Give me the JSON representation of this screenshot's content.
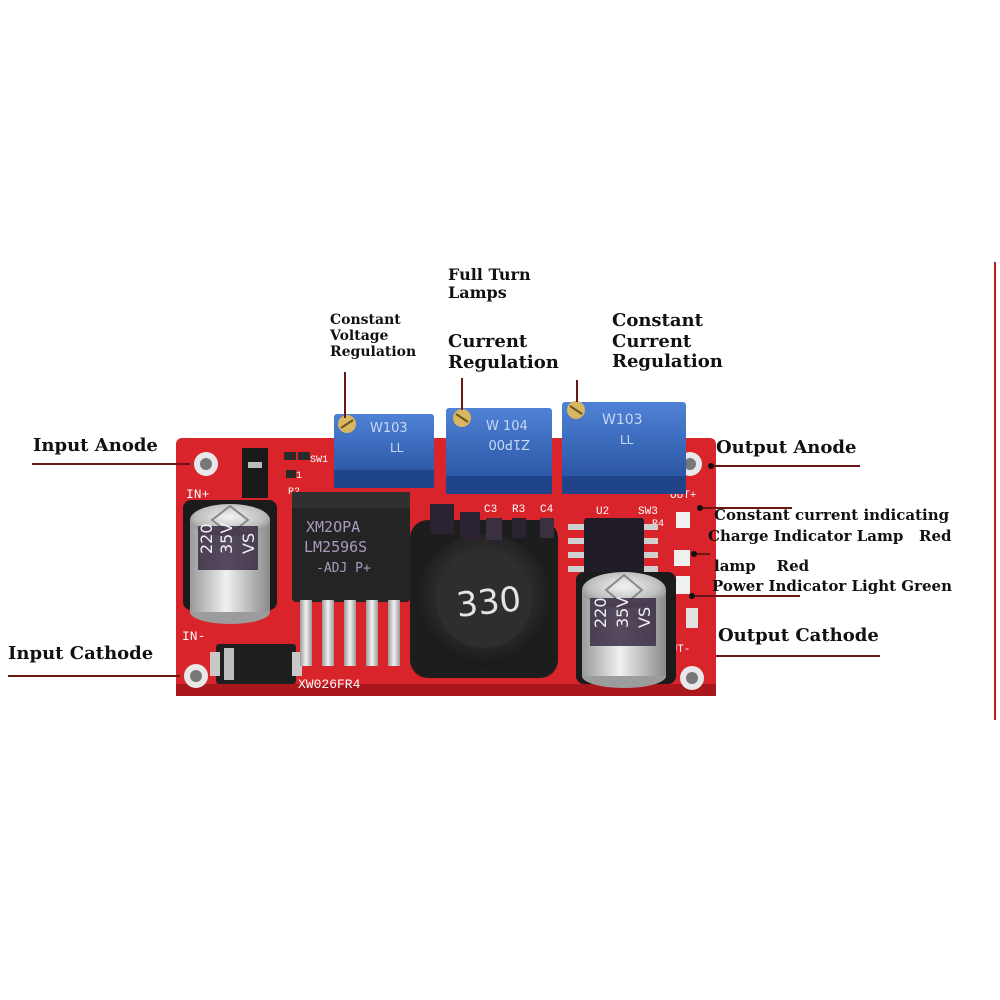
{
  "colors": {
    "pcb": "#d8242a",
    "pot": "#2f63b8",
    "leader": "#6b1515",
    "mark": "#111111"
  },
  "labels": {
    "input_anode": "Input Anode",
    "input_cathode": "Input Cathode",
    "constant_voltage": [
      "Constant",
      "Voltage",
      "Regulation"
    ],
    "full_turn": [
      "Full Turn",
      "Lamps"
    ],
    "current_regulation": [
      "Current",
      "Regulation"
    ],
    "constant_current": [
      "Constant",
      "Current",
      "Regulation"
    ],
    "output_anode": "Output Anode",
    "cc_indicating": [
      "Constant current indicating",
      "lamp    Red"
    ],
    "charge_indicator": "Charge Indicator Lamp   Red",
    "power_indicator": "Power Indicator Light Green",
    "output_cathode": "Output Cathode"
  },
  "board": {
    "ic_text": [
      "XM2OPA",
      "LM2596S",
      "-ADJ P+"
    ],
    "inductor": "330",
    "cap_left": [
      "220",
      "35V",
      "VS"
    ],
    "cap_right": [
      "220",
      "35V",
      "VS"
    ],
    "pot1": [
      "W103",
      "LL"
    ],
    "pot2": [
      "W 104",
      "Z1P00"
    ],
    "pot3": [
      "W103",
      "LL"
    ],
    "silk_in_plus": "IN+",
    "silk_in_minus": "IN-",
    "silk_out_plus": "OUT+",
    "silk_out_minus": "OUT-",
    "silk_model": "XW026FR4",
    "silk_sw1": "SW1",
    "silk_sw3": "SW3",
    "silk_u2": "U2",
    "silk_c3": "C3",
    "silk_r3": "R3",
    "silk_c4": "C4",
    "silk_r4": "R4",
    "silk_r1": "R1",
    "silk_r2": "R2"
  }
}
